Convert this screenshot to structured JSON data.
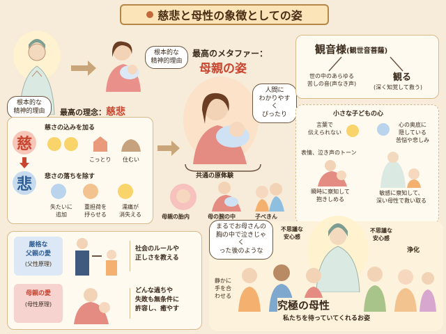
{
  "title": "慈悲と母性の象徴としての姿",
  "top": {
    "bubble_spiritual": "根本的な\n精神的理由",
    "metaphor_label": "最高のメタファー：",
    "metaphor_main": "母親の姿",
    "bubble_understand": "人間に\nわかりやすく\nぴったり",
    "common_experience": "共通の原体験"
  },
  "kannon": {
    "heading": "観音様",
    "heading_sub": "(観世音菩薩)",
    "left_text": "世の中のあらゆる\n苦しの音(声なき声)",
    "right_main": "観る",
    "right_sub": "(深く知覚して救う)"
  },
  "compassion": {
    "bubble": "根本的な\n精神的理由",
    "heading_prefix": "最高の理念：",
    "heading_main": "慈悲",
    "ji": "慈",
    "hi": "悲",
    "ji_desc": "慈さの込みを加る",
    "ji_items": [
      "",
      "こっとり",
      "住むい"
    ],
    "hi_desc": "悲さの落ちを除す",
    "hi_items": [
      "失たいに\n追加",
      "重担荷を\n抒らせる",
      "濡痛が\n消失える"
    ]
  },
  "mother_experience": {
    "items": [
      "母親の胎内",
      "母の腕の中",
      "子べきん"
    ]
  },
  "child_heart": {
    "heading": "小さな子どもの心",
    "left_top": "言葉で\n伝えられない",
    "left_mid": "表情、泣き声のトーン",
    "left_bottom": "瞬時に察知して\n抱きしめる",
    "right_top": "心の奥底に\n隠している\n苦悩や悲しみ",
    "right_bottom": "敏感に察知して、\n深い母性で救い取る"
  },
  "parent_love": {
    "father_title": "厳格な\n父親の愛",
    "father_sub": "(父性原理)",
    "father_desc": "社会のルールや\n正しさを教える",
    "mother_title": "母親の愛",
    "mother_sub": "(母性原理)",
    "mother_desc": "どんな過ちや\n失敗も無条件に\n許容し、癒やす"
  },
  "ultimate": {
    "bubble_mother": "まるでお母さんの\n胸の中で泣きじゃく\nった後のような",
    "mysterious_left": "不思議な\n安心感",
    "mysterious_right": "不思議な\n安心感",
    "purify": "浄化",
    "pray": "静かに\n手を合\nわせる",
    "heading": "究極の母性",
    "subheading": "私たちを待っていてくれるお姿"
  },
  "colors": {
    "accent": "#c8452f",
    "ji_bg": "#f7c6b8",
    "hi_bg": "#c7dbef",
    "hi_text": "#2f5d93",
    "panel_border": "#d9b88a"
  }
}
